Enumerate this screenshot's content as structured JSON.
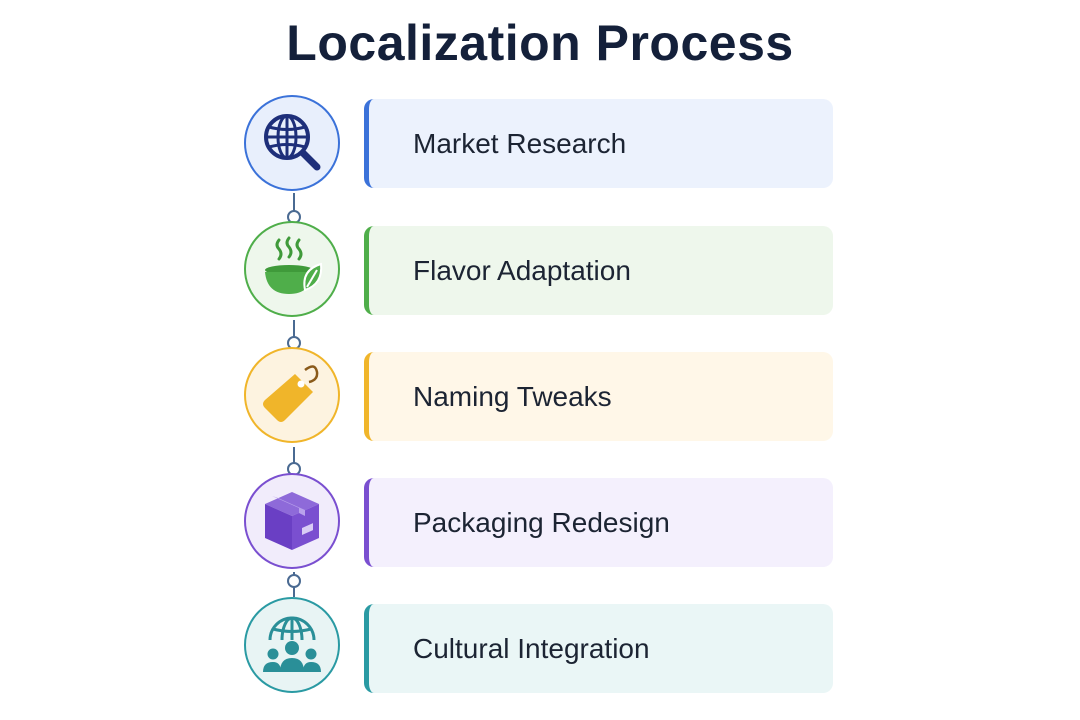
{
  "title": "Localization Process",
  "steps": [
    {
      "label": "Market Research",
      "icon": "globe-search-icon",
      "accent": "#3b72d9",
      "card_bg": "#ecf2fd",
      "circle_bg": "#e8effc"
    },
    {
      "label": "Flavor Adaptation",
      "icon": "bowl-leaf-icon",
      "accent": "#4fae4a",
      "card_bg": "#eef7ec",
      "circle_bg": "#eef7ec"
    },
    {
      "label": "Naming Tweaks",
      "icon": "price-tag-icon",
      "accent": "#f0b52a",
      "card_bg": "#fff7e8",
      "circle_bg": "#fdf3e0"
    },
    {
      "label": "Packaging Redesign",
      "icon": "box-icon",
      "accent": "#7a4fd0",
      "card_bg": "#f4f0fd",
      "circle_bg": "#f1ecfb"
    },
    {
      "label": "Cultural Integration",
      "icon": "globe-people-icon",
      "accent": "#2a9aa3",
      "card_bg": "#eaf6f6",
      "circle_bg": "#e8f4f4"
    }
  ]
}
